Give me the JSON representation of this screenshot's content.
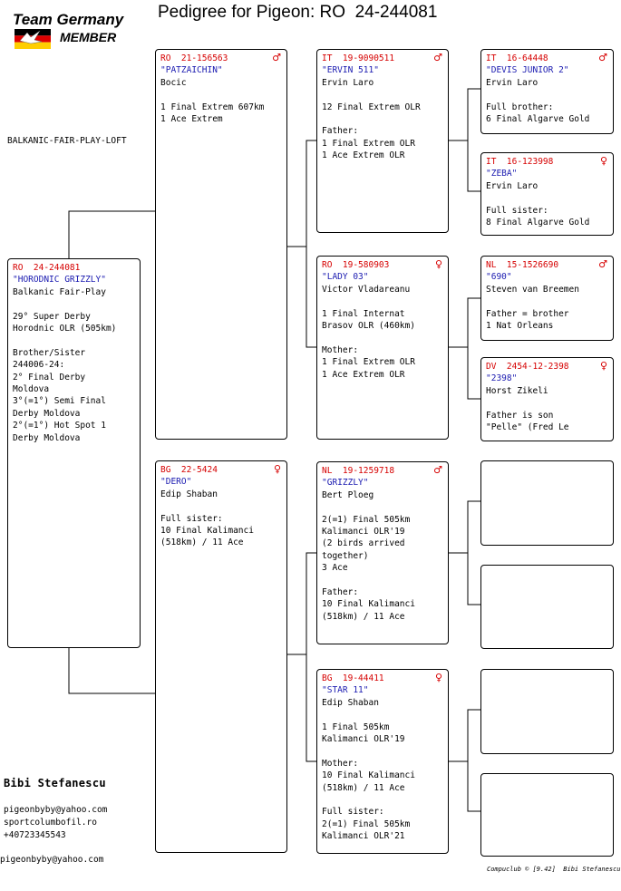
{
  "title": "Pedigree for Pigeon: RO  24-244081",
  "logo": {
    "line1": "Team Germany",
    "line2": "MEMBER"
  },
  "loft_name": "BALKANIC-FAIR-PLAY-LOFT",
  "pigeons": {
    "subject": {
      "ring": "RO  24-244081",
      "sex": "",
      "name": "\"HORODNIC GRIZZLY\"",
      "owner": "Balkanic Fair-Play",
      "info": "29° Super Derby\nHorodnic OLR (505km)\n\nBrother/Sister\n244006-24:\n2° Final Derby\nMoldova\n3°(=1°) Semi Final\nDerby Moldova\n2°(=1°) Hot Spot 1\nDerby Moldova"
    },
    "father": {
      "ring": "RO  21-156563",
      "sex": "♂",
      "name": "\"PATZAICHIN\"",
      "owner": "Bocic",
      "info": "1 Final Extrem 607km\n1 Ace Extrem"
    },
    "mother": {
      "ring": "BG  22-5424",
      "sex": "♀",
      "name": "\"DERO\"",
      "owner": "Edip Shaban",
      "info": "Full sister:\n10 Final Kalimanci\n(518km) / 11 Ace"
    },
    "ff": {
      "ring": "IT  19-9090511",
      "sex": "♂",
      "name": "\"ERVIN 511\"",
      "owner": "Ervin Laro",
      "info": "12 Final Extrem OLR\n\nFather:\n1 Final Extrem OLR\n1 Ace Extrem OLR"
    },
    "fm": {
      "ring": "RO  19-580903",
      "sex": "♀",
      "name": "\"LADY 03\"",
      "owner": "Victor Vladareanu",
      "info": "1 Final Internat\nBrasov OLR (460km)\n\nMother:\n1 Final Extrem OLR\n1 Ace Extrem OLR"
    },
    "mf": {
      "ring": "NL  19-1259718",
      "sex": "♂",
      "name": "\"GRIZZLY\"",
      "owner": "Bert Ploeg",
      "info": "2(=1) Final 505km\nKalimanci OLR'19\n(2 birds arrived\ntogether)\n3 Ace\n\nFather:\n10 Final Kalimanci\n(518km) / 11 Ace"
    },
    "mm": {
      "ring": "BG  19-44411",
      "sex": "♀",
      "name": "\"STAR 11\"",
      "owner": "Edip Shaban",
      "info": "1 Final 505km\nKalimanci OLR'19\n\nMother:\n10 Final Kalimanci\n(518km) / 11 Ace\n\nFull sister:\n2(=1) Final 505km\nKalimanci OLR'21"
    },
    "fff": {
      "ring": "IT  16-64448",
      "sex": "♂",
      "name": "\"DEVIS JUNIOR 2\"",
      "owner": "Ervin Laro",
      "info": "Full brother:\n6 Final Algarve Gold"
    },
    "ffm": {
      "ring": "IT  16-123998",
      "sex": "♀",
      "name": "\"ZEBA\"",
      "owner": "Ervin Laro",
      "info": "Full sister:\n8 Final Algarve Gold"
    },
    "fmf": {
      "ring": "NL  15-1526690",
      "sex": "♂",
      "name": "\"690\"",
      "owner": "Steven van Breemen",
      "info": "Father = brother\n1 Nat Orleans"
    },
    "fmm": {
      "ring": "DV  2454-12-2398",
      "sex": "♀",
      "name": "\"2398\"",
      "owner": "Horst Zikeli",
      "info": "Father is son\n\"Pelle\" (Fred Le"
    },
    "mff": {
      "ring": "",
      "sex": "",
      "name": "",
      "owner": "",
      "info": ""
    },
    "mfm": {
      "ring": "",
      "sex": "",
      "name": "",
      "owner": "",
      "info": ""
    },
    "mmf": {
      "ring": "",
      "sex": "",
      "name": "",
      "owner": "",
      "info": ""
    },
    "mmm": {
      "ring": "",
      "sex": "",
      "name": "",
      "owner": "",
      "info": ""
    }
  },
  "footer": {
    "name": "Bibi Stefanescu",
    "email": "pigeonbyby@yahoo.com",
    "website": "sportcolumbofil.ro",
    "phone": "+40723345543",
    "email2": "pigeonbyby@yahoo.com",
    "credit": "Compuclub © [9.42]  Bibi Stefanescu"
  },
  "colors": {
    "ring": "#d60000",
    "name": "#1a1ab0",
    "border": "#000000"
  }
}
